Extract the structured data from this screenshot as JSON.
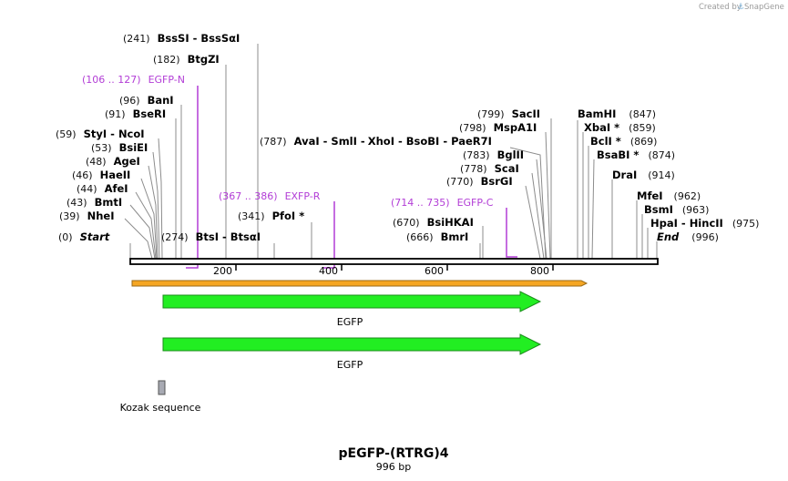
{
  "branding": {
    "text": "Created by",
    "name": "SnapGene"
  },
  "title": "pEGFP-(RTRG)4",
  "subtitle": "996 bp",
  "sites": [
    {
      "pos": "(241)",
      "name": "BssSI",
      "name2": "BssSαI"
    },
    {
      "pos": "(182)",
      "name": "BtgZI"
    },
    {
      "pos": "(96)",
      "name": "BanI"
    },
    {
      "pos": "(91)",
      "name": "BseRI"
    },
    {
      "pos": "(59)",
      "name": "StyI",
      "name2": "NcoI"
    },
    {
      "pos": "(53)",
      "name": "BsiEI"
    },
    {
      "pos": "(48)",
      "name": "AgeI"
    },
    {
      "pos": "(46)",
      "name": "HaeII"
    },
    {
      "pos": "(44)",
      "name": "AfeI"
    },
    {
      "pos": "(43)",
      "name": "BmtI"
    },
    {
      "pos": "(39)",
      "name": "NheI"
    },
    {
      "pos": "(0)",
      "name": "Start"
    },
    {
      "pos": "(274)",
      "name": "BtsI",
      "name2": "BtsαI"
    },
    {
      "pos": "(341)",
      "name": "PfoI *"
    },
    {
      "pos": "(787)",
      "name": "AvaI",
      "name2": "SmlI",
      "name3": "XhoI",
      "name4": "BsoBI",
      "name5": "PaeR7I"
    },
    {
      "pos": "(799)",
      "name": "SacII"
    },
    {
      "pos": "(798)",
      "name": "MspA1I"
    },
    {
      "pos": "(783)",
      "name": "BglII"
    },
    {
      "pos": "(778)",
      "name": "ScaI"
    },
    {
      "pos": "(770)",
      "name": "BsrGI"
    },
    {
      "pos": "(670)",
      "name": "BsiHKAI"
    },
    {
      "pos": "(666)",
      "name": "BmrI"
    },
    {
      "pos": "(847)",
      "name": "BamHI"
    },
    {
      "pos": "(859)",
      "name": "XbaI *"
    },
    {
      "pos": "(869)",
      "name": "BclI *"
    },
    {
      "pos": "(874)",
      "name": "BsaBI *"
    },
    {
      "pos": "(914)",
      "name": "DraI"
    },
    {
      "pos": "(962)",
      "name": "MfeI"
    },
    {
      "pos": "(963)",
      "name": "BsmI"
    },
    {
      "pos": "(975)",
      "name": "HpaI",
      "name2": "HincII"
    },
    {
      "pos": "(996)",
      "name": "End"
    }
  ],
  "primers": [
    {
      "range": "(106 .. 127)",
      "name": "EGFP-N"
    },
    {
      "range": "(367 .. 386)",
      "name": "EXFP-R"
    },
    {
      "range": "(714 .. 735)",
      "name": "EGFP-C"
    }
  ],
  "ruler": [
    "200",
    "400",
    "600",
    "800"
  ],
  "features": [
    {
      "name": "EGFP",
      "color": "#22ee22"
    },
    {
      "name": "EGFP",
      "color": "#22ee22"
    },
    {
      "name": "Kozak sequence",
      "color": "#a8aab3"
    }
  ],
  "colors": {
    "primer": "#b23dd6",
    "orf": "#f5a623",
    "feature": "#22ee22"
  }
}
